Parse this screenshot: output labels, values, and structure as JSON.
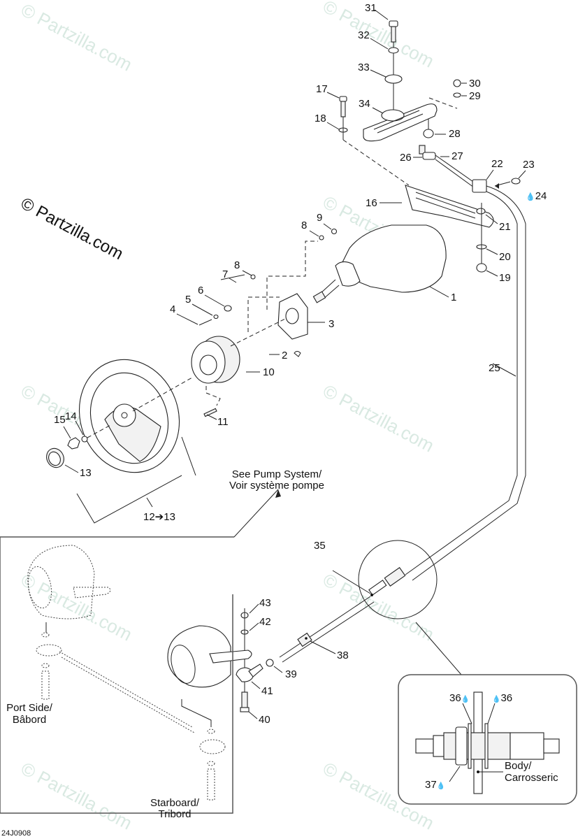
{
  "diagram": {
    "title": "Steering system exploded parts diagram",
    "figure_code": "24J0908",
    "watermark_main": "© Partzilla.com",
    "watermark_faint": "© Partzilla.com",
    "callouts": [
      {
        "id": "1",
        "label": "1"
      },
      {
        "id": "2",
        "label": "2"
      },
      {
        "id": "3",
        "label": "3"
      },
      {
        "id": "4",
        "label": "4"
      },
      {
        "id": "5",
        "label": "5"
      },
      {
        "id": "6",
        "label": "6"
      },
      {
        "id": "7",
        "label": "7"
      },
      {
        "id": "8a",
        "label": "8"
      },
      {
        "id": "8b",
        "label": "8"
      },
      {
        "id": "9",
        "label": "9"
      },
      {
        "id": "10",
        "label": "10"
      },
      {
        "id": "11",
        "label": "11"
      },
      {
        "id": "12to13",
        "label": "12➔13"
      },
      {
        "id": "13",
        "label": "13"
      },
      {
        "id": "14",
        "label": "14"
      },
      {
        "id": "15",
        "label": "15"
      },
      {
        "id": "16",
        "label": "16"
      },
      {
        "id": "17",
        "label": "17"
      },
      {
        "id": "18",
        "label": "18"
      },
      {
        "id": "19",
        "label": "19"
      },
      {
        "id": "20",
        "label": "20"
      },
      {
        "id": "21",
        "label": "21"
      },
      {
        "id": "22",
        "label": "22"
      },
      {
        "id": "23",
        "label": "23"
      },
      {
        "id": "24",
        "label": "24"
      },
      {
        "id": "25",
        "label": "25"
      },
      {
        "id": "26",
        "label": "26"
      },
      {
        "id": "27",
        "label": "27"
      },
      {
        "id": "28",
        "label": "28"
      },
      {
        "id": "29",
        "label": "29"
      },
      {
        "id": "30",
        "label": "30"
      },
      {
        "id": "31",
        "label": "31"
      },
      {
        "id": "32",
        "label": "32"
      },
      {
        "id": "33",
        "label": "33"
      },
      {
        "id": "34",
        "label": "34"
      },
      {
        "id": "35",
        "label": "35"
      },
      {
        "id": "36a",
        "label": "36"
      },
      {
        "id": "36b",
        "label": "36"
      },
      {
        "id": "37",
        "label": "37"
      },
      {
        "id": "38",
        "label": "38"
      },
      {
        "id": "39",
        "label": "39"
      },
      {
        "id": "40",
        "label": "40"
      },
      {
        "id": "41",
        "label": "41"
      },
      {
        "id": "42",
        "label": "42"
      },
      {
        "id": "43",
        "label": "43"
      }
    ],
    "notes": {
      "pump_line1": "See Pump System/",
      "pump_line2": "Voir système pompe",
      "port_line1": "Port Side/",
      "port_line2": "Bâbord",
      "starboard_line1": "Starboard/",
      "starboard_line2": "Tribord",
      "body_line1": "Body/",
      "body_line2": "Carrosseric"
    },
    "icons": {
      "sealant_drop": "💧"
    }
  }
}
